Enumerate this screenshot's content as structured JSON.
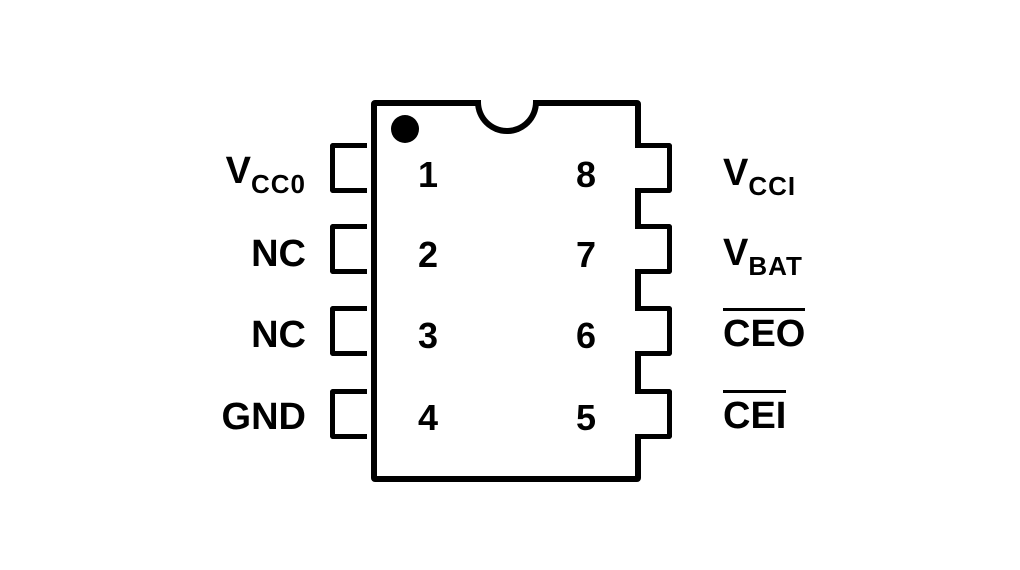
{
  "diagram": {
    "type": "IC pinout",
    "package": "8-pin DIP",
    "pin1_marker": "dot",
    "orientation_marker": "notch"
  },
  "pins": {
    "p1": {
      "number": "1",
      "label_main": "V",
      "label_sub": "CC0",
      "side": "left",
      "active_low": false
    },
    "p2": {
      "number": "2",
      "label_main": "NC",
      "label_sub": "",
      "side": "left",
      "active_low": false
    },
    "p3": {
      "number": "3",
      "label_main": "NC",
      "label_sub": "",
      "side": "left",
      "active_low": false
    },
    "p4": {
      "number": "4",
      "label_main": "GND",
      "label_sub": "",
      "side": "left",
      "active_low": false
    },
    "p5": {
      "number": "5",
      "label_main": "CEI",
      "label_sub": "",
      "side": "right",
      "active_low": true
    },
    "p6": {
      "number": "6",
      "label_main": "CEO",
      "label_sub": "",
      "side": "right",
      "active_low": true
    },
    "p7": {
      "number": "7",
      "label_main": "V",
      "label_sub": "BAT",
      "side": "right",
      "active_low": false
    },
    "p8": {
      "number": "8",
      "label_main": "V",
      "label_sub": "CCI",
      "side": "right",
      "active_low": false
    }
  },
  "colors": {
    "ink": "#000000",
    "background": "#ffffff"
  }
}
